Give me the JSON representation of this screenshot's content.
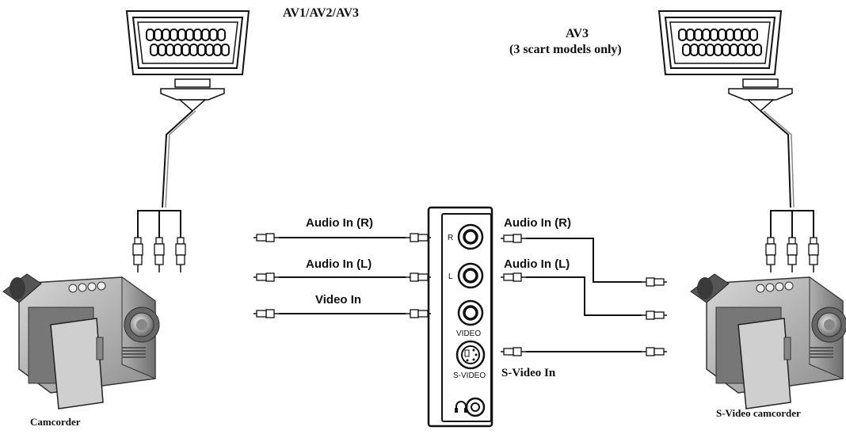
{
  "labels": {
    "scart_left": "AV1/AV2/AV3",
    "scart_right_line1": "AV3",
    "scart_right_line2": "(3 scart models only)",
    "camcorder": "Camcorder",
    "svideo_camcorder": "S-Video camcorder",
    "left_audio_r": "Audio In (R)",
    "left_audio_l": "Audio In (L)",
    "left_video": "Video In",
    "right_audio_r": "Audio In (R)",
    "right_audio_l": "Audio In (L)",
    "right_svideo": "S-Video In"
  },
  "panel": {
    "jack_r": "R",
    "jack_l": "L",
    "jack_video": "VIDEO",
    "jack_svideo": "S-VIDEO"
  },
  "icons": [
    "scart-connector-icon",
    "rca-plug-icon",
    "camcorder-icon",
    "headphone-icon"
  ]
}
